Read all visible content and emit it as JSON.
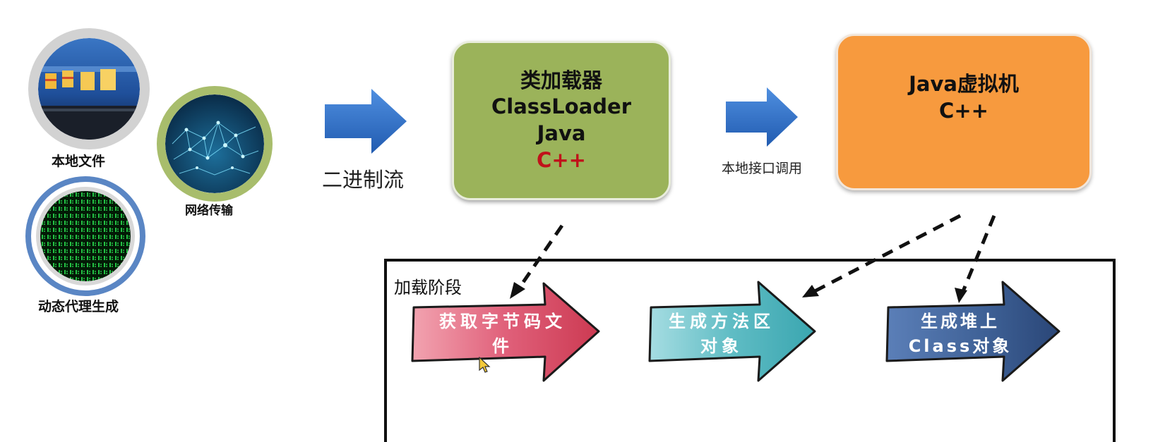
{
  "sources": [
    {
      "label": "本地文件"
    },
    {
      "label": "网络传输"
    },
    {
      "label": "动态代理生成"
    }
  ],
  "flow": {
    "binary_label": "二进制流",
    "native_label": "本地接口调用"
  },
  "classloader_box": {
    "lines": [
      "类加载器",
      "ClassLoader",
      "Java",
      "C++"
    ],
    "color": "#9bb35a",
    "accent": "#c0121a"
  },
  "jvm_box": {
    "lines": [
      "Java虚拟机",
      "C++"
    ],
    "color": "#f79a3e"
  },
  "loading_stage": {
    "title": "加载阶段",
    "steps": [
      {
        "lines": [
          "获取字节码文",
          "件"
        ],
        "color": "#e0607a"
      },
      {
        "lines": [
          "生成方法区",
          "对象"
        ],
        "color": "#5fbcc4"
      },
      {
        "lines": [
          "生成堆上",
          "Class对象"
        ],
        "color": "#3d5f94"
      }
    ]
  },
  "colors": {
    "arrow_blue": "#2f6fc4",
    "local_ring": "#c8c8c8",
    "network_ring": "#a8bd6c",
    "proxy_ring": "#5a86c4"
  }
}
